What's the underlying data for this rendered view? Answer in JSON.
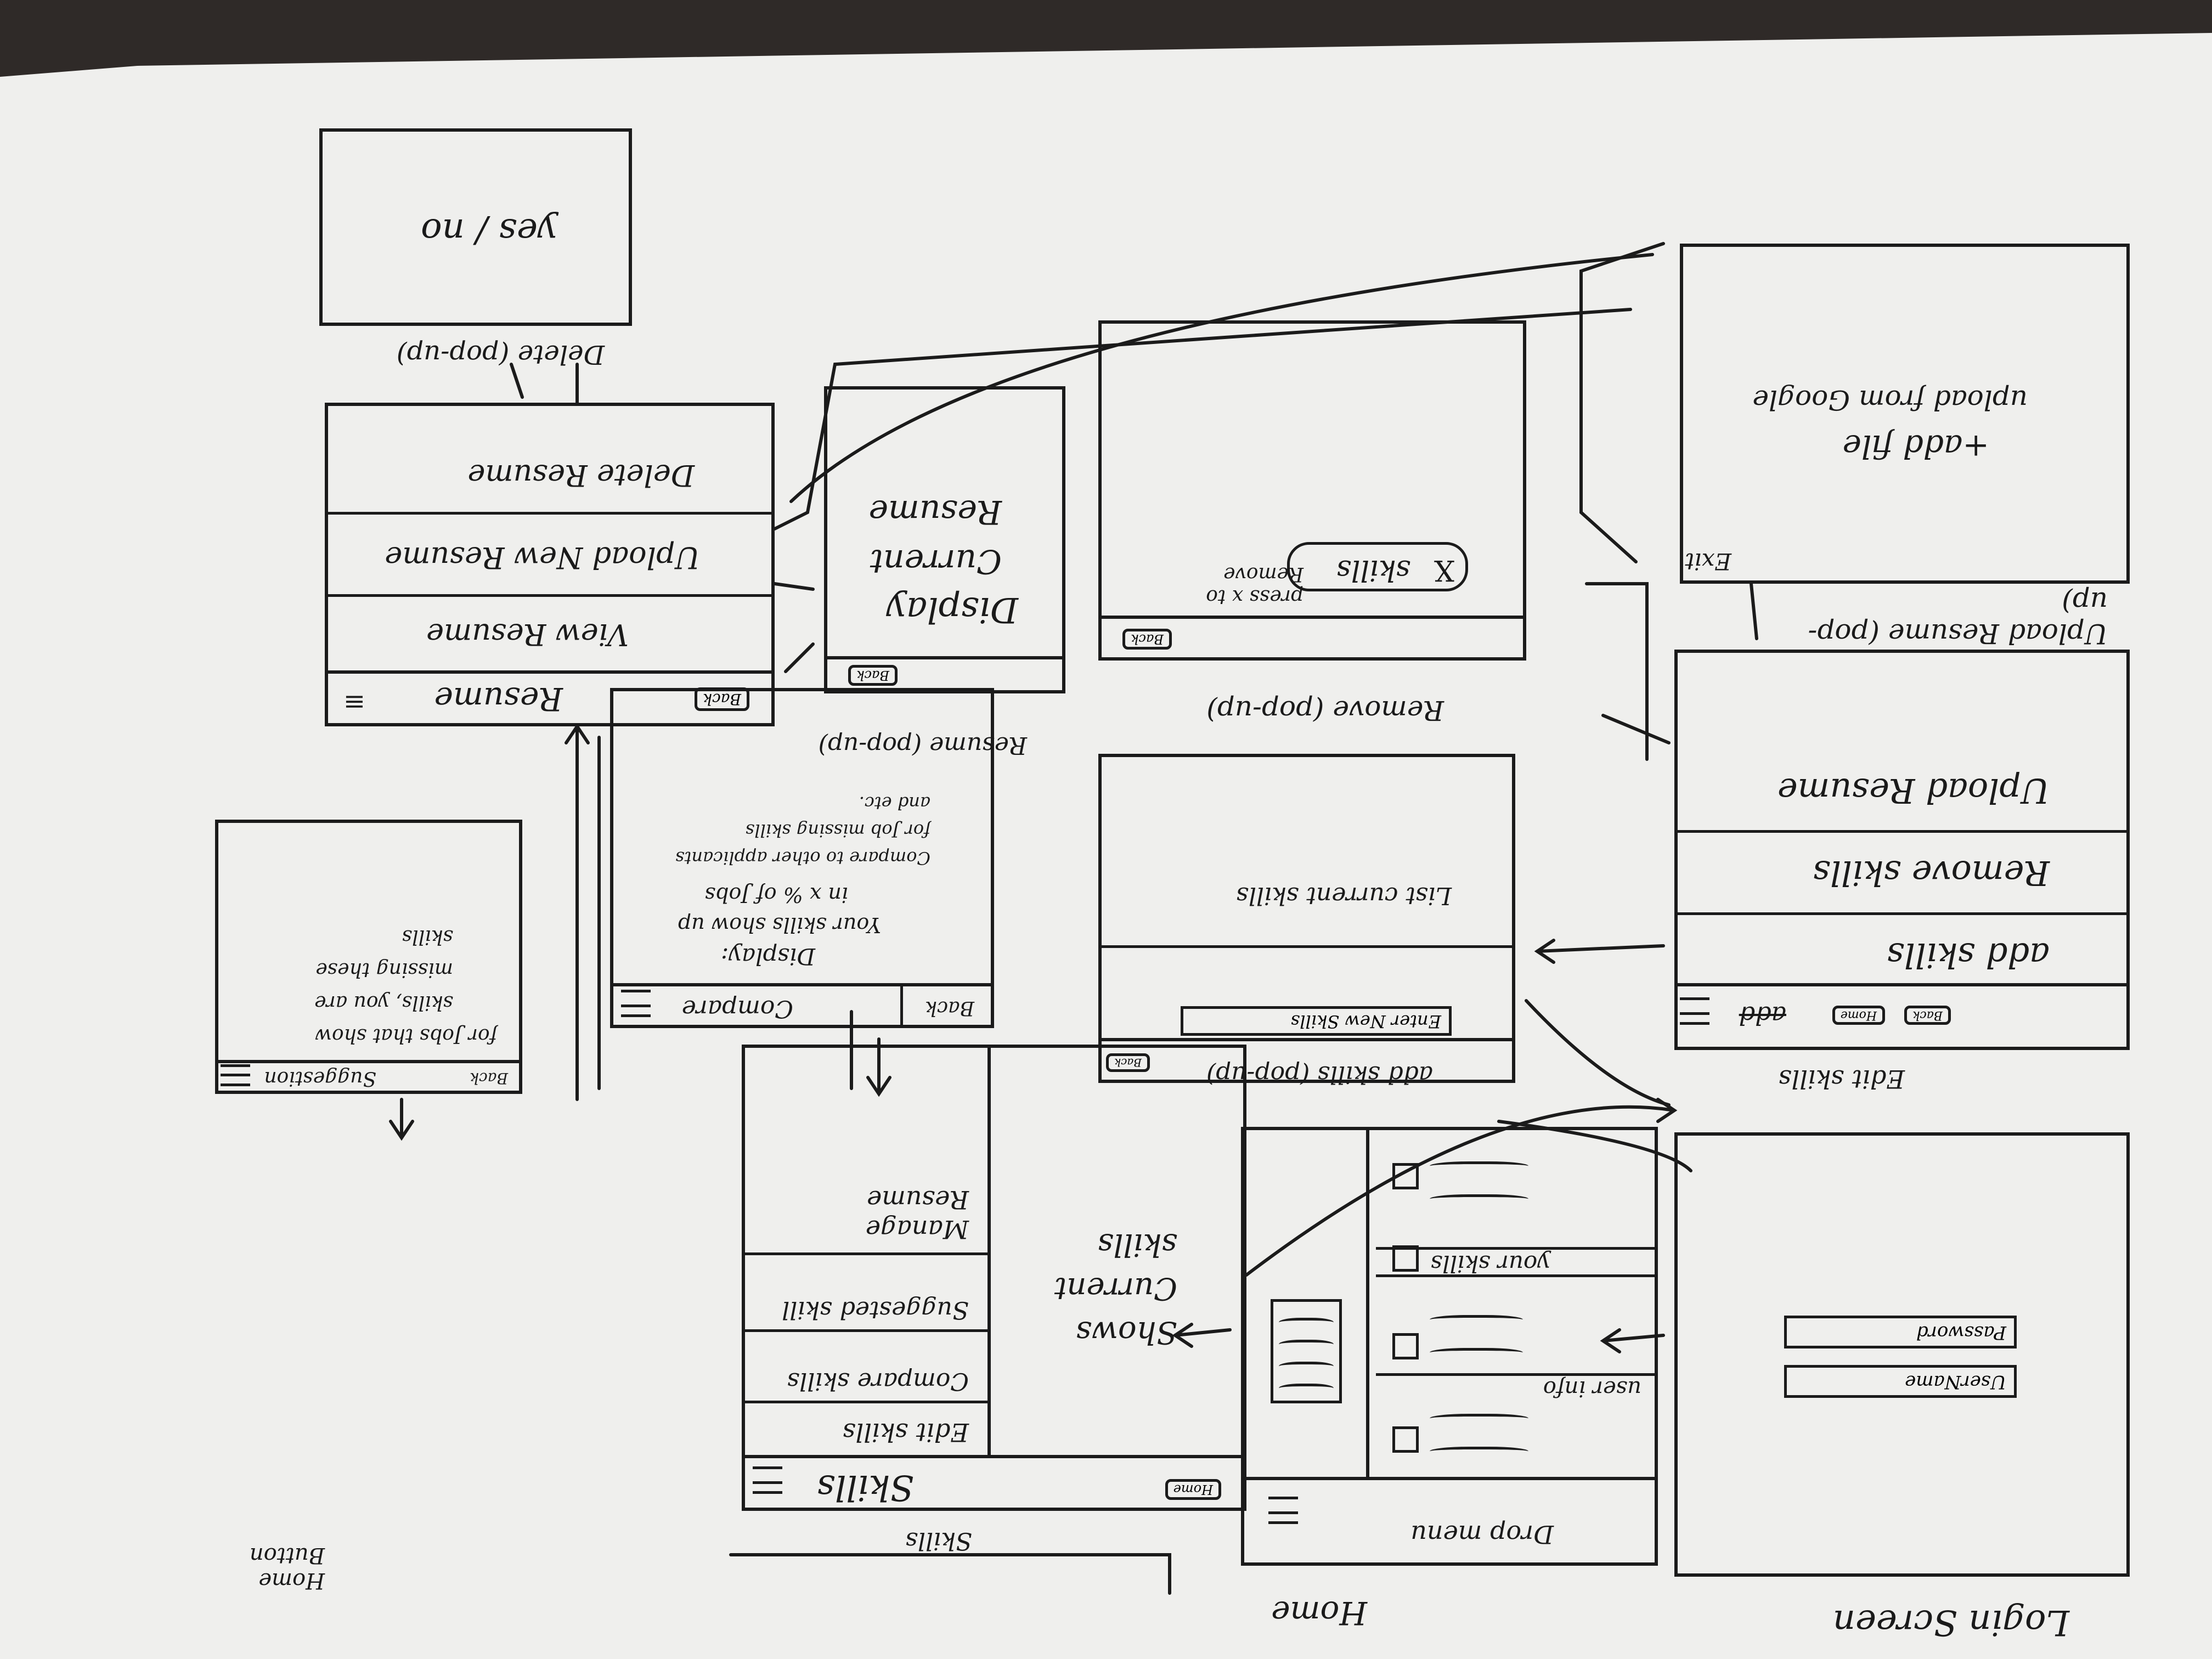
{
  "login": {
    "caption": "Login Screen",
    "username": "UserName",
    "password": "Password"
  },
  "home": {
    "caption": "Home",
    "drop_menu": "Drop menu",
    "user_info": "user info",
    "your_skills": "your skills"
  },
  "skills": {
    "caption": "Skills",
    "home_button_caption": "Home Button",
    "title": "Skills",
    "home_tag": "Home",
    "menu_items": [
      "Edit skills",
      "Compare skills",
      "Suggested skill",
      "Manage Resume"
    ],
    "main_text": "Shows Current skills"
  },
  "edit_skills": {
    "caption": "Edit skills",
    "header_text": "add",
    "home_tag": "Home",
    "back_tag": "Back",
    "items": [
      "add skills",
      "Remove skills",
      "Upload Resume"
    ]
  },
  "add_skills": {
    "caption": "add skills (pop-up)",
    "back_tag": "Back",
    "field": "Enter New Skills",
    "list_text": "List current skills"
  },
  "remove_popup": {
    "caption": "Remove (pop-up)",
    "back_tag": "Back",
    "hint": "press x to Remove",
    "skill_chip": "skills",
    "chip_x": "X"
  },
  "upload_popup": {
    "caption": "Upload Resume (pop-up)",
    "exit": "Exit",
    "add_file": "+add file",
    "upload_google": "upload from Google"
  },
  "compare": {
    "title": "Compare",
    "back_tag": "Back",
    "display": "Display:",
    "line1": "Your skills show up",
    "line2": "in x % of Jobs",
    "line3": "Compare to other applicants",
    "line4": "for Job missing skills",
    "line5": "and etc."
  },
  "suggestion": {
    "title": "Suggestion",
    "back_tag": "Back",
    "line1": "for Jobs that show",
    "line2": "skills, you are",
    "line3": "missing these",
    "line4": "skills"
  },
  "resume": {
    "caption": "Resume (pop-up)",
    "title": "Resume",
    "back_tag": "Back",
    "items": [
      "View Resume",
      "Upload New Resume",
      "Delete Resume"
    ]
  },
  "display_popup": {
    "back_tag": "Back",
    "text1": "Display",
    "text2": "Current",
    "text3": "Resume"
  },
  "delete_popup": {
    "caption": "Delete (pop-up)",
    "text": "yes / no"
  }
}
